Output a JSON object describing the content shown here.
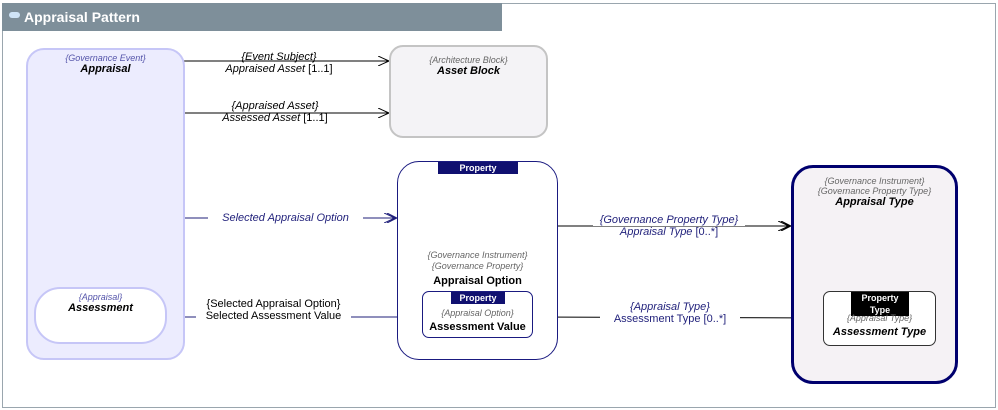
{
  "diagram": {
    "title": "Appraisal Pattern",
    "colors": {
      "title_bar": "#7e8f9a",
      "governance_event_fill": "#ececfe",
      "governance_event_border": "#c6c6f7",
      "architecture_fill": "#f4f3f6",
      "architecture_border": "#c4c4c4",
      "property_border": "#1a1a80",
      "instrument_border": "#00006e",
      "connector_blue": "#1f1f7a"
    },
    "nodes": {
      "appraisal": {
        "stereotype": "{Governance Event}",
        "name": "Appraisal"
      },
      "assessment": {
        "stereotype": "{Appraisal}",
        "name": "Assessment"
      },
      "asset_block": {
        "stereotype": "{Architecture Block}",
        "name": "Asset Block"
      },
      "appraisal_option": {
        "badge": "Property",
        "stereotype_1": "{Governance Instrument}",
        "stereotype_2": "{Governance Property}",
        "name": "Appraisal Option"
      },
      "assessment_value": {
        "badge": "Property",
        "stereotype": "{Appraisal Option}",
        "name": "Assessment Value"
      },
      "appraisal_type": {
        "stereotype_1": "{Governance Instrument}",
        "stereotype_2": "{Governance Property Type}",
        "name": "Appraisal Type"
      },
      "assessment_type": {
        "badge": "Property Type",
        "stereotype": "{Appraisal Type}",
        "name": "Assessment Type"
      }
    },
    "connectors": {
      "event_subject": {
        "stereotype": "{Event Subject}",
        "role": "Appraised Asset",
        "mult": "[1..1]"
      },
      "appraised_asset": {
        "stereotype": "{Appraised Asset}",
        "role": "Assessed Asset",
        "mult": "[1..1]"
      },
      "selected_appraisal_option": {
        "role": "Selected Appraisal Option"
      },
      "selected_assessment_value": {
        "stereotype": "{Selected Appraisal Option}",
        "role": "Selected Assessment Value"
      },
      "governance_property_type": {
        "stereotype": "{Governance Property Type}",
        "role": "Appraisal Type",
        "mult": "[0..*]"
      },
      "appraisal_type_link": {
        "stereotype": "{Appraisal Type}",
        "role": "Assessment Type",
        "mult": "[0..*]"
      }
    }
  }
}
